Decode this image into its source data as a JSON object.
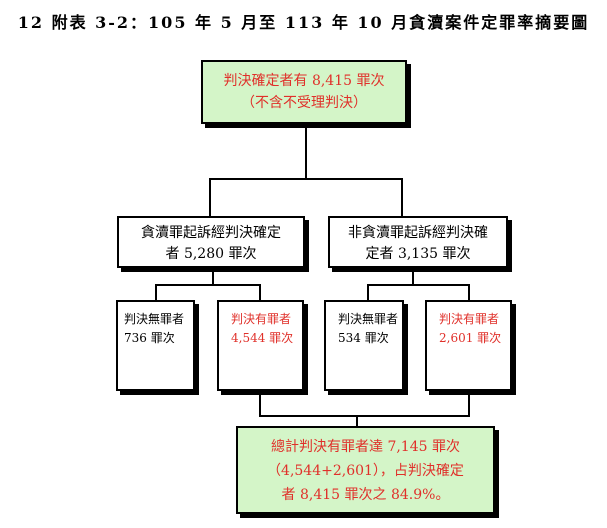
{
  "title": "12 附表 3-2：105 年 5 月至 113 年 10 月貪瀆案件定罪率摘要圖",
  "top_box": {
    "line1": "判決確定者有 8,415 罪次",
    "line2": "（不含不受理判決）"
  },
  "mid_left": {
    "line1": "貪瀆罪起訴經判決確定",
    "line2": "者 5,280 罪次"
  },
  "mid_right": {
    "line1": "非貪瀆罪起訴經判決確",
    "line2": "定者 3,135 罪次"
  },
  "leaf_1": {
    "line1": "判決無罪者",
    "line2": "736 罪次"
  },
  "leaf_2": {
    "line1": "判決有罪者",
    "line2": "4,544 罪次"
  },
  "leaf_3": {
    "line1": "判決無罪者",
    "line2": "534 罪次"
  },
  "leaf_4": {
    "line1": "判決有罪者",
    "line2": "2,601 罪次"
  },
  "bottom_box": {
    "line1": "總計判決有罪者達 7,145 罪次",
    "line2": "（4,544+2,601），占判決確定",
    "line3": "者 8,415 罪次之 84.9%。"
  },
  "colors": {
    "highlight": "#e0302a",
    "box_fill": "#d4f5c8",
    "line": "#000000"
  }
}
